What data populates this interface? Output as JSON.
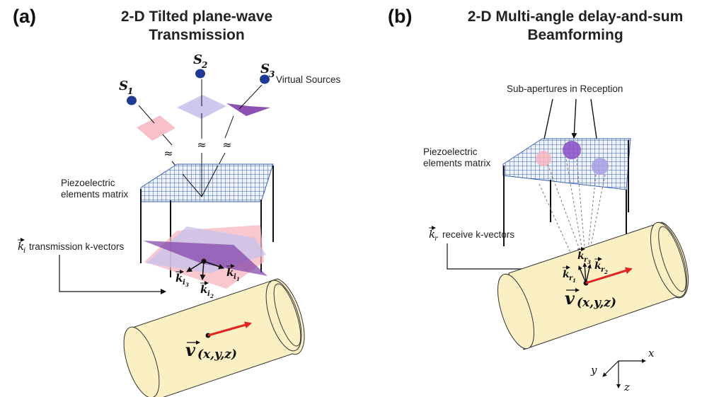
{
  "panel_a": {
    "label": "(a)",
    "title_line1": "2-D Tilted plane-wave",
    "title_line2": "Transmission",
    "sources": [
      {
        "base": "S",
        "sub": "1"
      },
      {
        "base": "S",
        "sub": "2"
      },
      {
        "base": "S",
        "sub": "3"
      }
    ],
    "virtual_sources_label": "Virtual Sources",
    "approx_symbol": "≈",
    "matrix_label_line1": "Piezoelectric",
    "matrix_label_line2": "elements matrix",
    "kvec_symbol": "k",
    "kvec_sub": "i",
    "kvec_label": "transmission k-vectors",
    "kvec_items": [
      {
        "sub": "i",
        "subsub": "1"
      },
      {
        "sub": "i",
        "subsub": "2"
      },
      {
        "sub": "i",
        "subsub": "3"
      }
    ],
    "velocity_symbol": "v",
    "velocity_args": "(x,y,z)"
  },
  "panel_b": {
    "label": "(b)",
    "title_line1": "2-D Multi-angle delay-and-sum",
    "title_line2": "Beamforming",
    "subapertures_label": "Sub-apertures in Reception",
    "matrix_label_line1": "Piezoelectric",
    "matrix_label_line2": "elements matrix",
    "kvec_symbol": "k",
    "kvec_sub": "r",
    "kvec_label": "receive k-vectors",
    "kvec_items": [
      {
        "sub": "r",
        "subsub": "1"
      },
      {
        "sub": "r",
        "subsub": "2"
      },
      {
        "sub": "r",
        "subsub": "3"
      }
    ],
    "velocity_symbol": "v",
    "velocity_args": "(x,y,z)"
  },
  "axes": {
    "x": "x",
    "y": "y",
    "z": "z"
  },
  "colors": {
    "grid": "#3d63b5",
    "source_dot": "#1f3a93",
    "cylinder": "#fbf0c4",
    "velocity_arrow": "#e32222",
    "plane_pink": "#f7b6bf",
    "plane_lavender": "#b8b3e6",
    "plane_purple": "#7f3fa8"
  }
}
